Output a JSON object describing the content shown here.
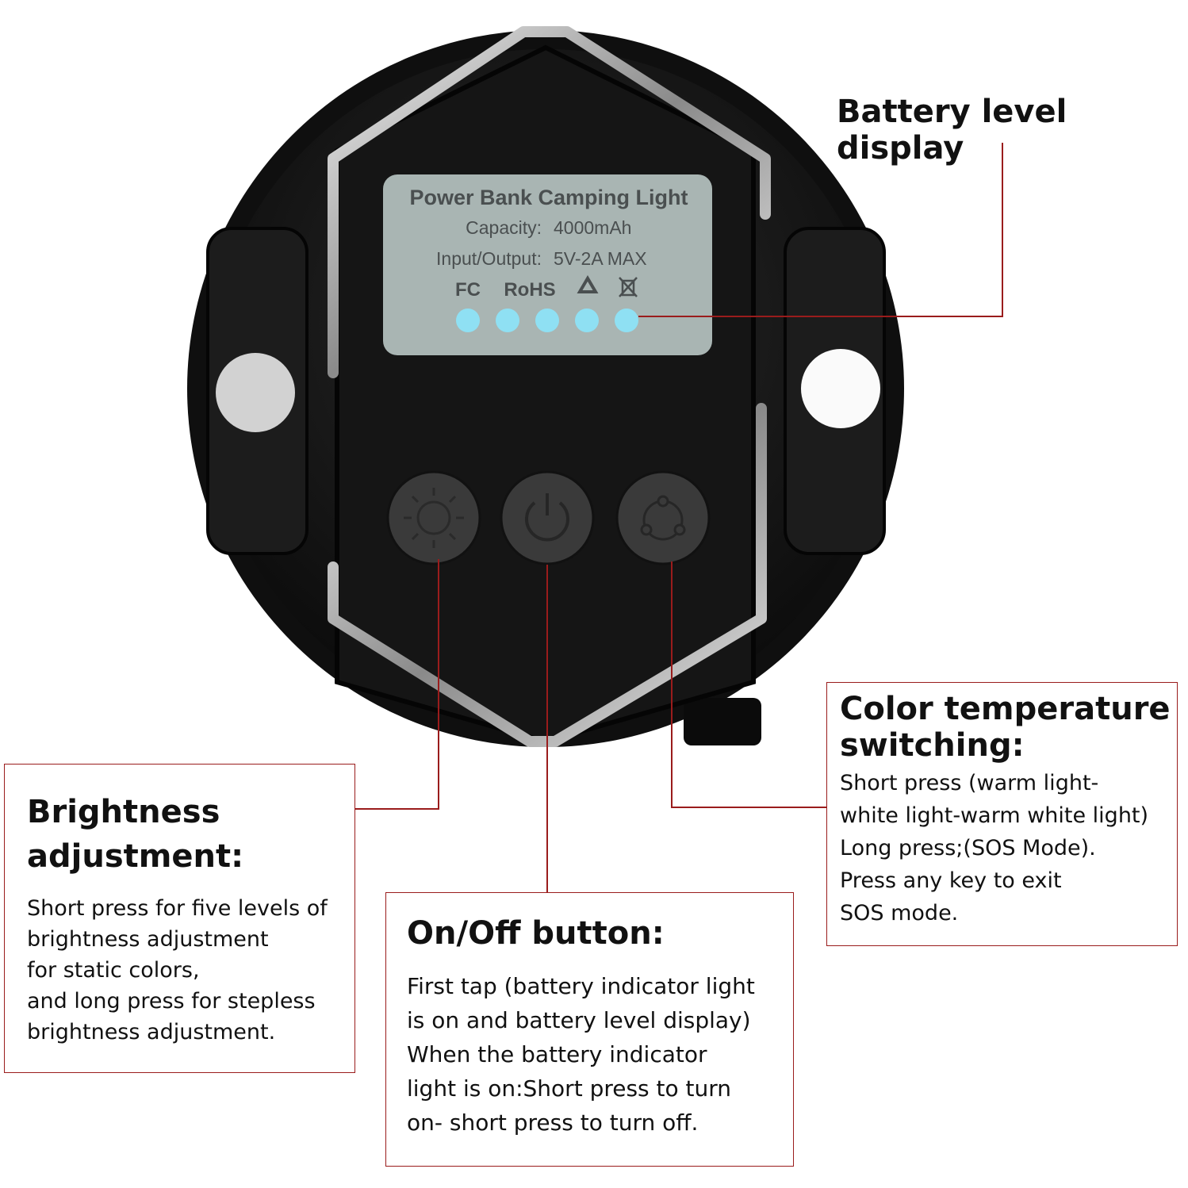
{
  "device": {
    "lcd_title": "Power Bank Camping Light",
    "capacity_label": "Capacity:",
    "capacity_value": "4000mAh",
    "io_label": "Input/Output:",
    "io_value": "5V-2A MAX",
    "cert_fc": "FC",
    "cert_rohs": "RoHS",
    "battery_leds_lit": 5,
    "colors": {
      "body": "#141414",
      "lcd": "#a9b5b3",
      "led": "#8fe0f3",
      "callout": "#9a1c1c"
    }
  },
  "callouts": {
    "battery": {
      "title": "Battery level display"
    },
    "color_temp": {
      "title_lines": [
        "Color temperature",
        "switching:"
      ],
      "body_lines": [
        "Short press (warm light-",
        "white light-warm white light)",
        "Long press;(SOS Mode).",
        "Press any key to exit",
        "SOS mode."
      ]
    },
    "brightness": {
      "title_lines": [
        "Brightness",
        "adjustment:"
      ],
      "body_lines": [
        "Short press for five levels of",
        "brightness adjustment",
        "for static colors,",
        "and long press for stepless",
        "brightness adjustment."
      ]
    },
    "onoff": {
      "title": "On/Off button:",
      "body_lines": [
        "First tap (battery indicator light",
        "is on and battery level display)",
        "When the battery indicator",
        "light is on:Short press to turn",
        "on- short press to turn off."
      ]
    }
  }
}
